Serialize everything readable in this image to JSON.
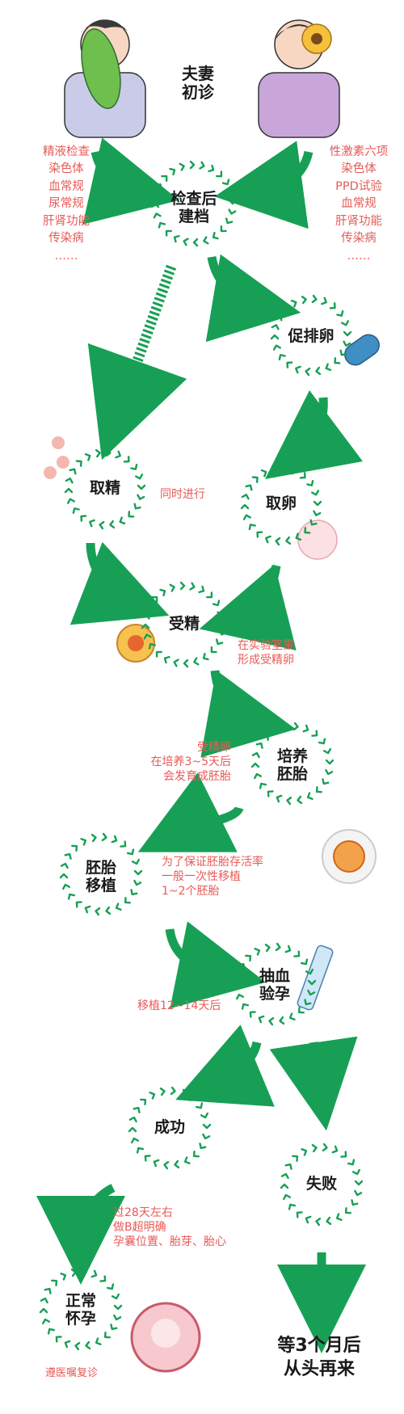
{
  "header": {
    "line1": "夫妻",
    "line2": "初诊"
  },
  "left_checks": [
    "精液检查",
    "染色体",
    "血常规",
    "尿常规",
    "肝肾功能",
    "传染病",
    "……"
  ],
  "right_checks": [
    "性激素六项",
    "染色体",
    "PPD试验",
    "血常规",
    "肝肾功能",
    "传染病",
    "……"
  ],
  "nodes": {
    "archive": [
      "检查后",
      "建档"
    ],
    "ovulation": [
      "促排卵"
    ],
    "sperm": [
      "取精"
    ],
    "egg": [
      "取卵"
    ],
    "fertilize": [
      "受精"
    ],
    "culture": [
      "培养",
      "胚胎"
    ],
    "transfer": [
      "胚胎",
      "移植"
    ],
    "blood": [
      "抽血",
      "验孕"
    ],
    "success": [
      "成功"
    ],
    "fail": [
      "失败"
    ],
    "pregnant": [
      "正常",
      "怀孕"
    ]
  },
  "notes": {
    "simultaneous": [
      "同时进行"
    ],
    "lab": [
      "在实验室里",
      "形成受精卵"
    ],
    "culture": [
      "受精卵",
      "在培养3~5天后",
      "会发育成胚胎"
    ],
    "transfer": [
      "为了保证胚胎存活率",
      "一般一次性移植",
      "1~2个胚胎"
    ],
    "days": [
      "移植12~14天后"
    ],
    "check": [
      "过28天左右",
      "做B超明确",
      "孕囊位置、胎芽、胎心"
    ],
    "follow": [
      "遵医嘱复诊"
    ]
  },
  "retry": [
    "等3个月后",
    "从头再来"
  ],
  "colors": {
    "green": "#17a055",
    "note_red": "#e85a57",
    "text": "#1a1a1a"
  }
}
